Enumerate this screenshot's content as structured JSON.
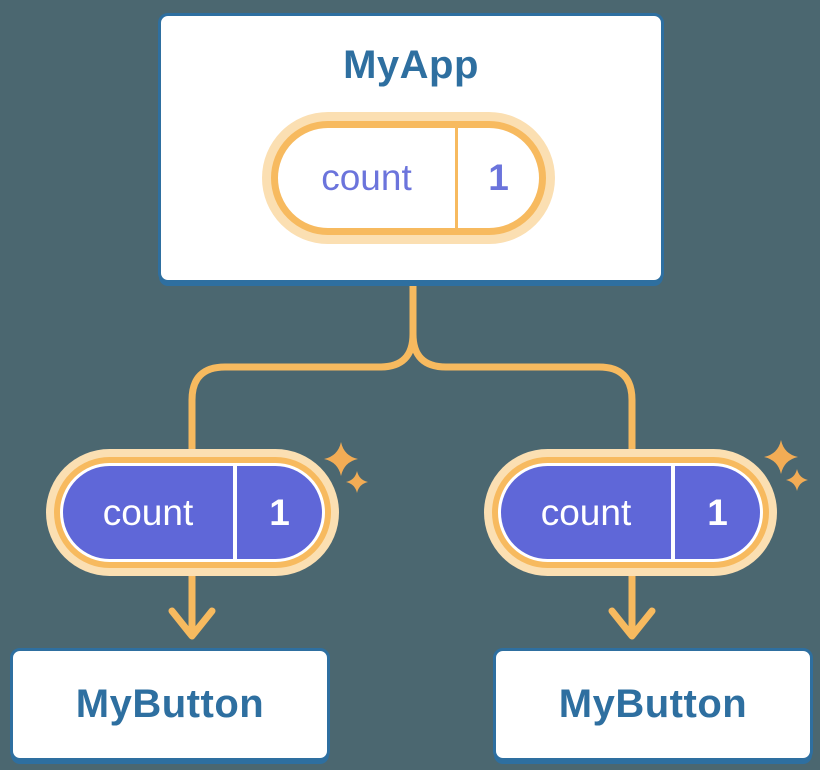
{
  "colors": {
    "amber": "#F7BA5F",
    "sparkle": "#F2AC55",
    "glow": "#FBDFB2",
    "purple": "#5F67D8",
    "purple-text": "#6B74DC",
    "blue": "#2E6FA0",
    "white": "#FFFFFF",
    "background": "#4B6770"
  },
  "diagram": {
    "root": {
      "title": "MyApp",
      "state": {
        "label": "count",
        "value": "1"
      }
    },
    "children": [
      {
        "title": "MyButton",
        "prop": {
          "label": "count",
          "value": "1"
        }
      },
      {
        "title": "MyButton",
        "prop": {
          "label": "count",
          "value": "1"
        }
      }
    ]
  }
}
